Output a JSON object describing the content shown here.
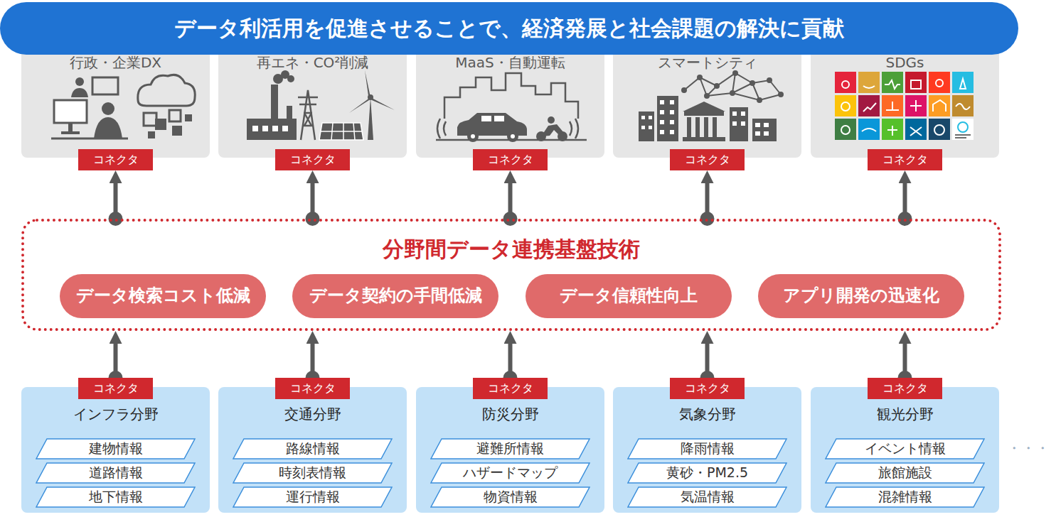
{
  "diagram": {
    "title": "データ利活用を促進させることで、経済発展と社会課題の解決に貢献",
    "nodes": [
      {
        "text": [
          "行政・企業DX"
        ]
      },
      {
        "text": [
          "コネクタ"
        ],
        "in": 0
      },
      {
        "text": [
          "再エネ・CO²削減"
        ]
      },
      {
        "text": [
          "コネクタ"
        ],
        "in": 2
      },
      {
        "text": [
          "MaaS・自動運転"
        ]
      },
      {
        "text": [
          "コネクタ"
        ],
        "in": 4
      },
      {
        "text": [
          "スマートシティ"
        ]
      },
      {
        "text": [
          "コネクタ"
        ],
        "in": 6
      },
      {
        "text": [
          "SDGs"
        ]
      },
      {
        "text": [
          "コネクタ"
        ],
        "in": 8
      },
      {
        "text": [
          "分野間データ連携基盤技術"
        ]
      },
      {
        "text": [
          "データ検索コスト低減"
        ],
        "in": 10
      },
      {
        "text": [
          "データ契約の手間低減"
        ],
        "in": 10
      },
      {
        "text": [
          "データ信頼性向上"
        ],
        "in": 10
      },
      {
        "text": [
          "アプリ開発の迅速化"
        ],
        "in": 10
      },
      {
        "text": [
          "インフラ分野"
        ]
      },
      {
        "text": [
          "コネクタ"
        ],
        "in": 15
      },
      {
        "text": [
          "建物情報"
        ],
        "in": 15
      },
      {
        "text": [
          "道路情報"
        ],
        "in": 15
      },
      {
        "text": [
          "地下情報"
        ],
        "in": 15
      },
      {
        "text": [
          "交通分野"
        ]
      },
      {
        "text": [
          "コネクタ"
        ],
        "in": 20
      },
      {
        "text": [
          "路線情報"
        ],
        "in": 20
      },
      {
        "text": [
          "時刻表情報"
        ],
        "in": 20
      },
      {
        "text": [
          "運行情報"
        ],
        "in": 20
      },
      {
        "text": [
          "防災分野"
        ]
      },
      {
        "text": [
          "コネクタ"
        ],
        "in": 25
      },
      {
        "text": [
          "避難所情報"
        ],
        "in": 25
      },
      {
        "text": [
          "ハザードマップ"
        ],
        "in": 25
      },
      {
        "text": [
          "物資情報"
        ],
        "in": 25
      },
      {
        "text": [
          "気象分野"
        ]
      },
      {
        "text": [
          "コネクタ"
        ],
        "in": 30
      },
      {
        "text": [
          "降雨情報"
        ],
        "in": 30
      },
      {
        "text": [
          "黄砂・PM2.5"
        ],
        "in": 30
      },
      {
        "text": [
          "気温情報"
        ],
        "in": 30
      },
      {
        "text": [
          "観光分野"
        ]
      },
      {
        "text": [
          "コネクタ"
        ],
        "in": 35
      },
      {
        "text": [
          "イベント情報"
        ],
        "in": 35
      },
      {
        "text": [
          "旅館施設"
        ],
        "in": 35
      },
      {
        "text": [
          "混雑情報"
        ],
        "in": 35
      }
    ],
    "edges": [
      {
        "from": 10,
        "to": 1,
        "arrow": "to"
      },
      {
        "from": 10,
        "to": 3,
        "arrow": "to"
      },
      {
        "from": 10,
        "to": 5,
        "arrow": "to"
      },
      {
        "from": 10,
        "to": 7,
        "arrow": "to"
      },
      {
        "from": 10,
        "to": 9,
        "arrow": "to"
      },
      {
        "from": 16,
        "to": 10,
        "arrow": "to"
      },
      {
        "from": 21,
        "to": 10,
        "arrow": "to"
      },
      {
        "from": 26,
        "to": 10,
        "arrow": "to"
      },
      {
        "from": 31,
        "to": 10,
        "arrow": "to"
      },
      {
        "from": 36,
        "to": 10,
        "arrow": "to"
      }
    ],
    "labels": [
      "・・・"
    ]
  }
}
